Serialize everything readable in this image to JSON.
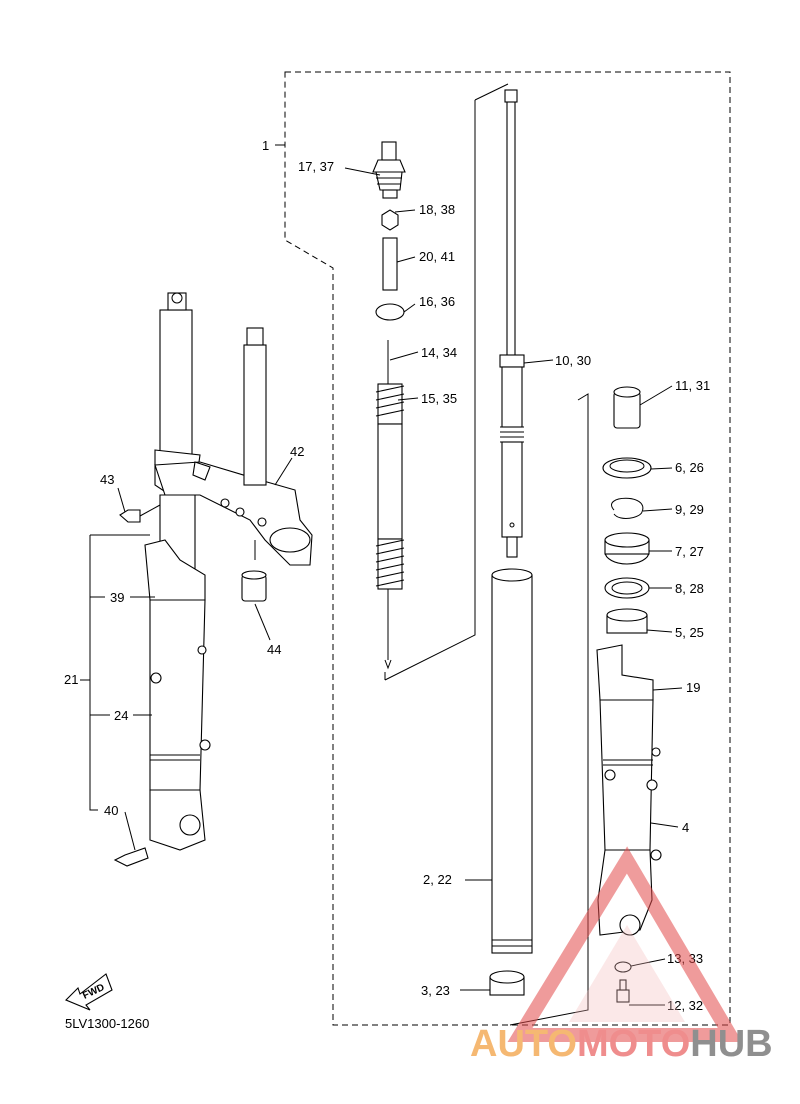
{
  "diagram_code": "5LV1300-1260",
  "fwd_badge": "FWD",
  "callouts": {
    "c1": "1",
    "c17_37": "17, 37",
    "c18_38": "18, 38",
    "c20_41": "20, 41",
    "c16_36": "16, 36",
    "c14_34": "14, 34",
    "c15_35": "15, 35",
    "c10_30": "10, 30",
    "c11_31": "11, 31",
    "c6_26": "6, 26",
    "c9_29": "9, 29",
    "c7_27": "7, 27",
    "c8_28": "8, 28",
    "c5_25": "5, 25",
    "c19": "19",
    "c4": "4",
    "c2_22": "2, 22",
    "c3_23": "3, 23",
    "c13_33": "13, 33",
    "c12_32": "12, 32",
    "c42": "42",
    "c43": "43",
    "c44": "44",
    "c39": "39",
    "c21": "21",
    "c24": "24",
    "c40": "40"
  },
  "watermark": {
    "part1": "AUTO",
    "part2": "MOTO",
    "part3": "HUB",
    "color1": "#f5b872",
    "color2": "#ef8d8d",
    "color3": "#8f8f8f",
    "triangle_color": "#e24b4b"
  }
}
